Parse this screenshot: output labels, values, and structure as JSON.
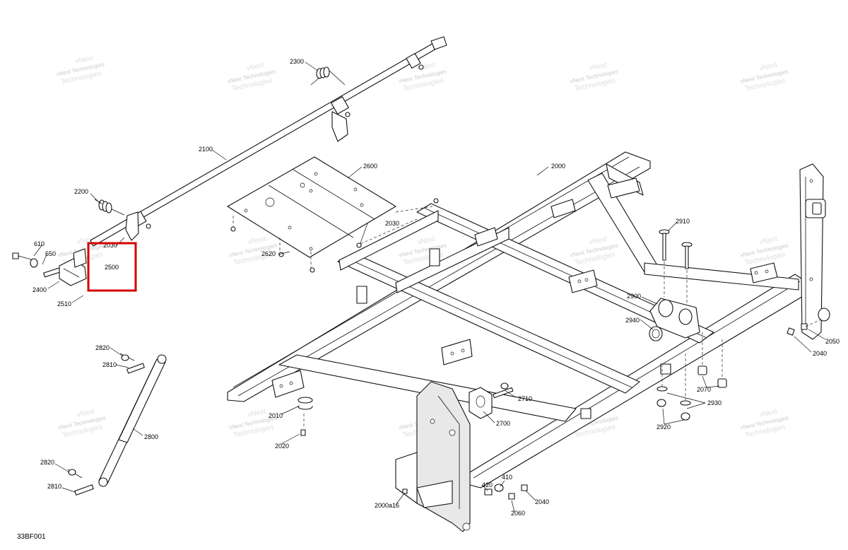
{
  "diagram": {
    "code": "33BF001",
    "watermark_line1": "vNext",
    "watermark_line2": "vNext Technologies",
    "watermark_line3": "Technologies",
    "parts": [
      "2300",
      "2100",
      "2600",
      "2000",
      "2200",
      "2030",
      "2910",
      "610",
      "650",
      "2500",
      "2620",
      "2400",
      "2510",
      "2900",
      "2940",
      "2050",
      "2040",
      "2820",
      "2810",
      "2070",
      "2710",
      "2930",
      "2010",
      "2800",
      "2700",
      "2920",
      "2020",
      "2820",
      "2810",
      "420",
      "410",
      "2040",
      "2000a16",
      "2060",
      "2030"
    ],
    "highlight_color": "#d40000"
  }
}
